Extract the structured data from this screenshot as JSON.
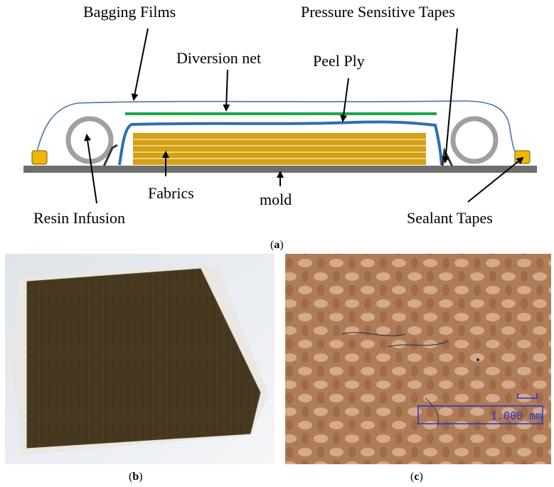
{
  "diagram": {
    "labels": {
      "bagging_films": "Bagging Films",
      "pressure_sensitive_tapes": "Pressure Sensitive Tapes",
      "diversion_net": "Diversion net",
      "peel_ply": "Peel Ply",
      "fabrics": "Fabrics",
      "mold": "mold",
      "resin_infusion": "Resin Infusion",
      "sealant_tapes": "Sealant Tapes"
    },
    "colors": {
      "bagging_film": "#4a76a8",
      "diversion_net": "#1aa64a",
      "peel_ply": "#2e6db3",
      "fabric": "#d4a017",
      "mold": "#6e6e6e",
      "tube": "#a0a0a0",
      "sealant": "#f2b705"
    }
  },
  "captions": {
    "a": "a",
    "b": "b",
    "c": "c"
  },
  "photo_c": {
    "scale_label": "1.000 mm"
  }
}
